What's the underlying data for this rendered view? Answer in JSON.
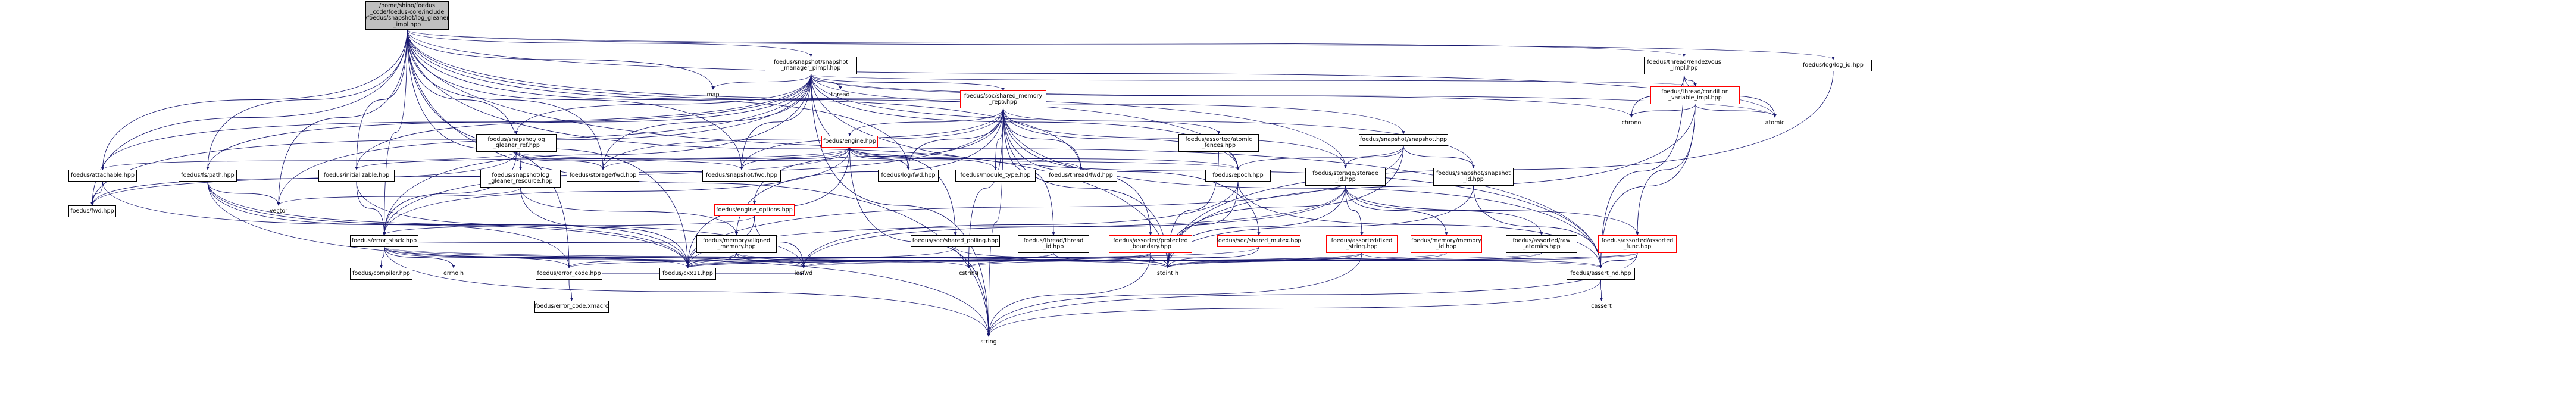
{
  "graph": {
    "root": "/home/shino/foedus_code/foedus-core/include/foedus/snapshot/log_gleaner_impl.hpp",
    "colors": {
      "edge": "#191970",
      "node_border": "#000000",
      "node_border_truncated": "#ff0000",
      "root_fill": "#bfbfbf"
    },
    "nodes": [
      {
        "id": "root",
        "lines": [
          "/home/shino/foedus",
          "_code/foedus-core/include",
          "/foedus/snapshot/log_gleaner",
          "_impl.hpp"
        ],
        "style": "root"
      },
      {
        "id": "smi",
        "lines": [
          "foedus/snapshot/snapshot",
          "_manager_pimpl.hpp"
        ],
        "style": "normal"
      },
      {
        "id": "trv",
        "lines": [
          "foedus/thread/rendezvous",
          "_impl.hpp"
        ],
        "style": "normal"
      },
      {
        "id": "logid",
        "lines": [
          "foedus/log/log_id.hpp"
        ],
        "style": "normal"
      },
      {
        "id": "map",
        "lines": [
          "map"
        ],
        "style": "noframe"
      },
      {
        "id": "thread",
        "lines": [
          "thread"
        ],
        "style": "noframe"
      },
      {
        "id": "smr",
        "lines": [
          "foedus/soc/shared_memory",
          "_repo.hpp"
        ],
        "style": "red"
      },
      {
        "id": "cvi",
        "lines": [
          "foedus/thread/condition",
          "_variable_impl.hpp"
        ],
        "style": "red"
      },
      {
        "id": "atomic",
        "lines": [
          "atomic"
        ],
        "style": "noframe"
      },
      {
        "id": "chrono",
        "lines": [
          "chrono"
        ],
        "style": "noframe"
      },
      {
        "id": "eng",
        "lines": [
          "foedus/engine.hpp"
        ],
        "style": "red"
      },
      {
        "id": "aaf",
        "lines": [
          "foedus/assorted/atomic",
          "_fences.hpp"
        ],
        "style": "normal"
      },
      {
        "id": "snap",
        "lines": [
          "foedus/snapshot/snapshot.hpp"
        ],
        "style": "normal"
      },
      {
        "id": "slg",
        "lines": [
          "foedus/snapshot/log",
          "_gleaner_ref.hpp"
        ],
        "style": "normal"
      },
      {
        "id": "attach",
        "lines": [
          "foedus/attachable.hpp"
        ],
        "style": "normal"
      },
      {
        "id": "fsp",
        "lines": [
          "foedus/fs/path.hpp"
        ],
        "style": "normal"
      },
      {
        "id": "init",
        "lines": [
          "foedus/initializable.hpp"
        ],
        "style": "normal"
      },
      {
        "id": "slgr",
        "lines": [
          "foedus/snapshot/log",
          "_gleaner_resource.hpp"
        ],
        "style": "normal"
      },
      {
        "id": "stfwd",
        "lines": [
          "foedus/storage/fwd.hpp"
        ],
        "style": "normal"
      },
      {
        "id": "ssfwd",
        "lines": [
          "foedus/snapshot/fwd.hpp"
        ],
        "style": "normal"
      },
      {
        "id": "logfwd",
        "lines": [
          "foedus/log/fwd.hpp"
        ],
        "style": "normal"
      },
      {
        "id": "mtype",
        "lines": [
          "foedus/module_type.hpp"
        ],
        "style": "normal"
      },
      {
        "id": "thfwd",
        "lines": [
          "foedus/thread/fwd.hpp"
        ],
        "style": "normal"
      },
      {
        "id": "epoch",
        "lines": [
          "foedus/epoch.hpp"
        ],
        "style": "normal"
      },
      {
        "id": "sid",
        "lines": [
          "foedus/storage/storage",
          "_id.hpp"
        ],
        "style": "normal"
      },
      {
        "id": "ssid",
        "lines": [
          "foedus/snapshot/snapshot",
          "_id.hpp"
        ],
        "style": "normal"
      },
      {
        "id": "eopt",
        "lines": [
          "foedus/engine_options.hpp"
        ],
        "style": "red"
      },
      {
        "id": "mam",
        "lines": [
          "foedus/memory/aligned",
          "_memory.hpp"
        ],
        "style": "normal"
      },
      {
        "id": "ssp",
        "lines": [
          "foedus/soc/shared_polling.hpp"
        ],
        "style": "normal"
      },
      {
        "id": "ttid",
        "lines": [
          "foedus/thread/thread",
          "_id.hpp"
        ],
        "style": "normal"
      },
      {
        "id": "apb",
        "lines": [
          "foedus/assorted/protected",
          "_boundary.hpp"
        ],
        "style": "red"
      },
      {
        "id": "ssm",
        "lines": [
          "foedus/soc/shared_mutex.hpp"
        ],
        "style": "red"
      },
      {
        "id": "afs",
        "lines": [
          "foedus/assorted/fixed",
          "_string.hpp"
        ],
        "style": "red"
      },
      {
        "id": "mid",
        "lines": [
          "foedus/memory/memory",
          "_id.hpp"
        ],
        "style": "red"
      },
      {
        "id": "araw",
        "lines": [
          "foedus/assorted/raw",
          "_atomics.hpp"
        ],
        "style": "normal"
      },
      {
        "id": "aaf2",
        "lines": [
          "foedus/assorted/assorted",
          "_func.hpp"
        ],
        "style": "red"
      },
      {
        "id": "fwd",
        "lines": [
          "foedus/fwd.hpp"
        ],
        "style": "normal"
      },
      {
        "id": "vector",
        "lines": [
          "vector"
        ],
        "style": "noframe"
      },
      {
        "id": "estack",
        "lines": [
          "foedus/error_stack.hpp"
        ],
        "style": "normal"
      },
      {
        "id": "errno",
        "lines": [
          "errno.h"
        ],
        "style": "noframe"
      },
      {
        "id": "comp",
        "lines": [
          "foedus/compiler.hpp"
        ],
        "style": "normal"
      },
      {
        "id": "ecode",
        "lines": [
          "foedus/error_code.hpp"
        ],
        "style": "normal"
      },
      {
        "id": "cxx11",
        "lines": [
          "foedus/cxx11.hpp"
        ],
        "style": "normal"
      },
      {
        "id": "iosfwd",
        "lines": [
          "iosfwd"
        ],
        "style": "noframe"
      },
      {
        "id": "cstring",
        "lines": [
          "cstring"
        ],
        "style": "noframe"
      },
      {
        "id": "stdint",
        "lines": [
          "stdint.h"
        ],
        "style": "noframe"
      },
      {
        "id": "assert",
        "lines": [
          "foedus/assert_nd.hpp"
        ],
        "style": "normal"
      },
      {
        "id": "exm",
        "lines": [
          "foedus/error_code.xmacro"
        ],
        "style": "normal"
      },
      {
        "id": "string",
        "lines": [
          "string"
        ],
        "style": "noframe"
      },
      {
        "id": "cassert",
        "lines": [
          "cassert"
        ],
        "style": "noframe"
      }
    ],
    "edges": [
      [
        "root",
        "smi"
      ],
      [
        "root",
        "trv"
      ],
      [
        "root",
        "logid"
      ],
      [
        "root",
        "map"
      ],
      [
        "root",
        "atomic"
      ],
      [
        "root",
        "vector"
      ],
      [
        "root",
        "string"
      ],
      [
        "root",
        "attach"
      ],
      [
        "root",
        "fwd"
      ],
      [
        "root",
        "fsp"
      ],
      [
        "root",
        "init"
      ],
      [
        "root",
        "slgr"
      ],
      [
        "root",
        "estack"
      ],
      [
        "root",
        "ssfwd"
      ],
      [
        "root",
        "stfwd"
      ],
      [
        "root",
        "logfwd"
      ],
      [
        "root",
        "thfwd"
      ],
      [
        "root",
        "epoch"
      ],
      [
        "root",
        "sid"
      ],
      [
        "root",
        "ecode"
      ],
      [
        "root",
        "stdint"
      ],
      [
        "root",
        "assert"
      ],
      [
        "root",
        "cxx11"
      ],
      [
        "smi",
        "map"
      ],
      [
        "smi",
        "thread"
      ],
      [
        "smi",
        "smr"
      ],
      [
        "smi",
        "cvi"
      ],
      [
        "smi",
        "atomic"
      ],
      [
        "smi",
        "chrono"
      ],
      [
        "smi",
        "snap"
      ],
      [
        "smi",
        "slg"
      ],
      [
        "smi",
        "ssid"
      ],
      [
        "smi",
        "ssfwd"
      ],
      [
        "smi",
        "stfwd"
      ],
      [
        "smi",
        "epoch"
      ],
      [
        "smi",
        "init"
      ],
      [
        "smi",
        "attach"
      ],
      [
        "smi",
        "fwd"
      ],
      [
        "smi",
        "fsp"
      ],
      [
        "smi",
        "estack"
      ],
      [
        "smi",
        "ssp"
      ],
      [
        "smi",
        "assert"
      ],
      [
        "smi",
        "vector"
      ],
      [
        "smi",
        "string"
      ],
      [
        "trv",
        "cvi"
      ],
      [
        "trv",
        "atomic"
      ],
      [
        "trv",
        "chrono"
      ],
      [
        "trv",
        "assert"
      ],
      [
        "logid",
        "stdint"
      ],
      [
        "cvi",
        "atomic"
      ],
      [
        "cvi",
        "chrono"
      ],
      [
        "cvi",
        "aaf2"
      ],
      [
        "cvi",
        "stdint"
      ],
      [
        "cvi",
        "assert"
      ],
      [
        "smr",
        "eng"
      ],
      [
        "smr",
        "aaf"
      ],
      [
        "smr",
        "stfwd"
      ],
      [
        "smr",
        "ssfwd"
      ],
      [
        "smr",
        "logfwd"
      ],
      [
        "smr",
        "mtype"
      ],
      [
        "smr",
        "thfwd"
      ],
      [
        "smr",
        "epoch"
      ],
      [
        "smr",
        "sid"
      ],
      [
        "smr",
        "eopt"
      ],
      [
        "smr",
        "mam"
      ],
      [
        "smr",
        "ttid"
      ],
      [
        "smr",
        "apb"
      ],
      [
        "smr",
        "ssm"
      ],
      [
        "smr",
        "estack"
      ],
      [
        "smr",
        "stdint"
      ],
      [
        "smr",
        "cstring"
      ],
      [
        "smr",
        "string"
      ],
      [
        "smr",
        "assert"
      ],
      [
        "eng",
        "stfwd"
      ],
      [
        "eng",
        "ssfwd"
      ],
      [
        "eng",
        "logfwd"
      ],
      [
        "eng",
        "mtype"
      ],
      [
        "eng",
        "thfwd"
      ],
      [
        "eng",
        "epoch"
      ],
      [
        "eng",
        "estack"
      ],
      [
        "eng",
        "cxx11"
      ],
      [
        "eng",
        "string"
      ],
      [
        "eng",
        "fwd"
      ],
      [
        "eng",
        "init"
      ],
      [
        "aaf",
        "stdint"
      ],
      [
        "snap",
        "epoch"
      ],
      [
        "snap",
        "sid"
      ],
      [
        "snap",
        "ssid"
      ],
      [
        "snap",
        "cxx11"
      ],
      [
        "snap",
        "stdint"
      ],
      [
        "slg",
        "stfwd"
      ],
      [
        "slg",
        "ssfwd"
      ],
      [
        "slg",
        "epoch"
      ],
      [
        "slg",
        "estack"
      ],
      [
        "slg",
        "attach"
      ],
      [
        "slg",
        "fwd"
      ],
      [
        "slgr",
        "vector"
      ],
      [
        "slgr",
        "mam"
      ],
      [
        "slgr",
        "cxx11"
      ],
      [
        "attach",
        "fwd"
      ],
      [
        "attach",
        "cxx11"
      ],
      [
        "fsp",
        "iosfwd"
      ],
      [
        "fsp",
        "string"
      ],
      [
        "fsp",
        "cxx11"
      ],
      [
        "fsp",
        "ecode"
      ],
      [
        "fsp",
        "vector"
      ],
      [
        "init",
        "estack"
      ],
      [
        "init",
        "cxx11"
      ],
      [
        "epoch",
        "stdint"
      ],
      [
        "epoch",
        "iosfwd"
      ],
      [
        "epoch",
        "assert"
      ],
      [
        "sid",
        "afs"
      ],
      [
        "sid",
        "mid"
      ],
      [
        "sid",
        "araw"
      ],
      [
        "sid",
        "aaf2"
      ],
      [
        "sid",
        "stdint"
      ],
      [
        "sid",
        "iosfwd"
      ],
      [
        "sid",
        "cxx11"
      ],
      [
        "ssid",
        "stdint"
      ],
      [
        "ssid",
        "assert"
      ],
      [
        "eopt",
        "estack"
      ],
      [
        "eopt",
        "cxx11"
      ],
      [
        "eopt",
        "iosfwd"
      ],
      [
        "mam",
        "estack"
      ],
      [
        "mam",
        "cxx11"
      ],
      [
        "mam",
        "ecode"
      ],
      [
        "mam",
        "stdint"
      ],
      [
        "mam",
        "iosfwd"
      ],
      [
        "mam",
        "cstring"
      ],
      [
        "ssp",
        "stdint"
      ],
      [
        "ssp",
        "cxx11"
      ],
      [
        "ttid",
        "stdint"
      ],
      [
        "ttid",
        "iosfwd"
      ],
      [
        "ttid",
        "cxx11"
      ],
      [
        "apb",
        "stdint"
      ],
      [
        "apb",
        "cstring"
      ],
      [
        "apb",
        "string"
      ],
      [
        "apb",
        "ecode"
      ],
      [
        "apb",
        "cxx11"
      ],
      [
        "ssm",
        "stdint"
      ],
      [
        "ssm",
        "cxx11"
      ],
      [
        "afs",
        "stdint"
      ],
      [
        "afs",
        "cstring"
      ],
      [
        "afs",
        "iosfwd"
      ],
      [
        "afs",
        "string"
      ],
      [
        "afs",
        "assert"
      ],
      [
        "mid",
        "stdint"
      ],
      [
        "mid",
        "cxx11"
      ],
      [
        "araw",
        "stdint"
      ],
      [
        "araw",
        "cxx11"
      ],
      [
        "aaf2",
        "stdint"
      ],
      [
        "aaf2",
        "string"
      ],
      [
        "aaf2",
        "iosfwd"
      ],
      [
        "aaf2",
        "assert"
      ],
      [
        "aaf2",
        "cxx11"
      ],
      [
        "estack",
        "errno"
      ],
      [
        "estack",
        "comp"
      ],
      [
        "estack",
        "ecode"
      ],
      [
        "estack",
        "cxx11"
      ],
      [
        "estack",
        "iosfwd"
      ],
      [
        "estack",
        "stdint"
      ],
      [
        "estack",
        "assert"
      ],
      [
        "estack",
        "string"
      ],
      [
        "ecode",
        "exm"
      ],
      [
        "ecode",
        "iosfwd"
      ],
      [
        "ecode",
        "cxx11"
      ],
      [
        "assert",
        "cassert"
      ],
      [
        "assert",
        "string"
      ]
    ]
  }
}
